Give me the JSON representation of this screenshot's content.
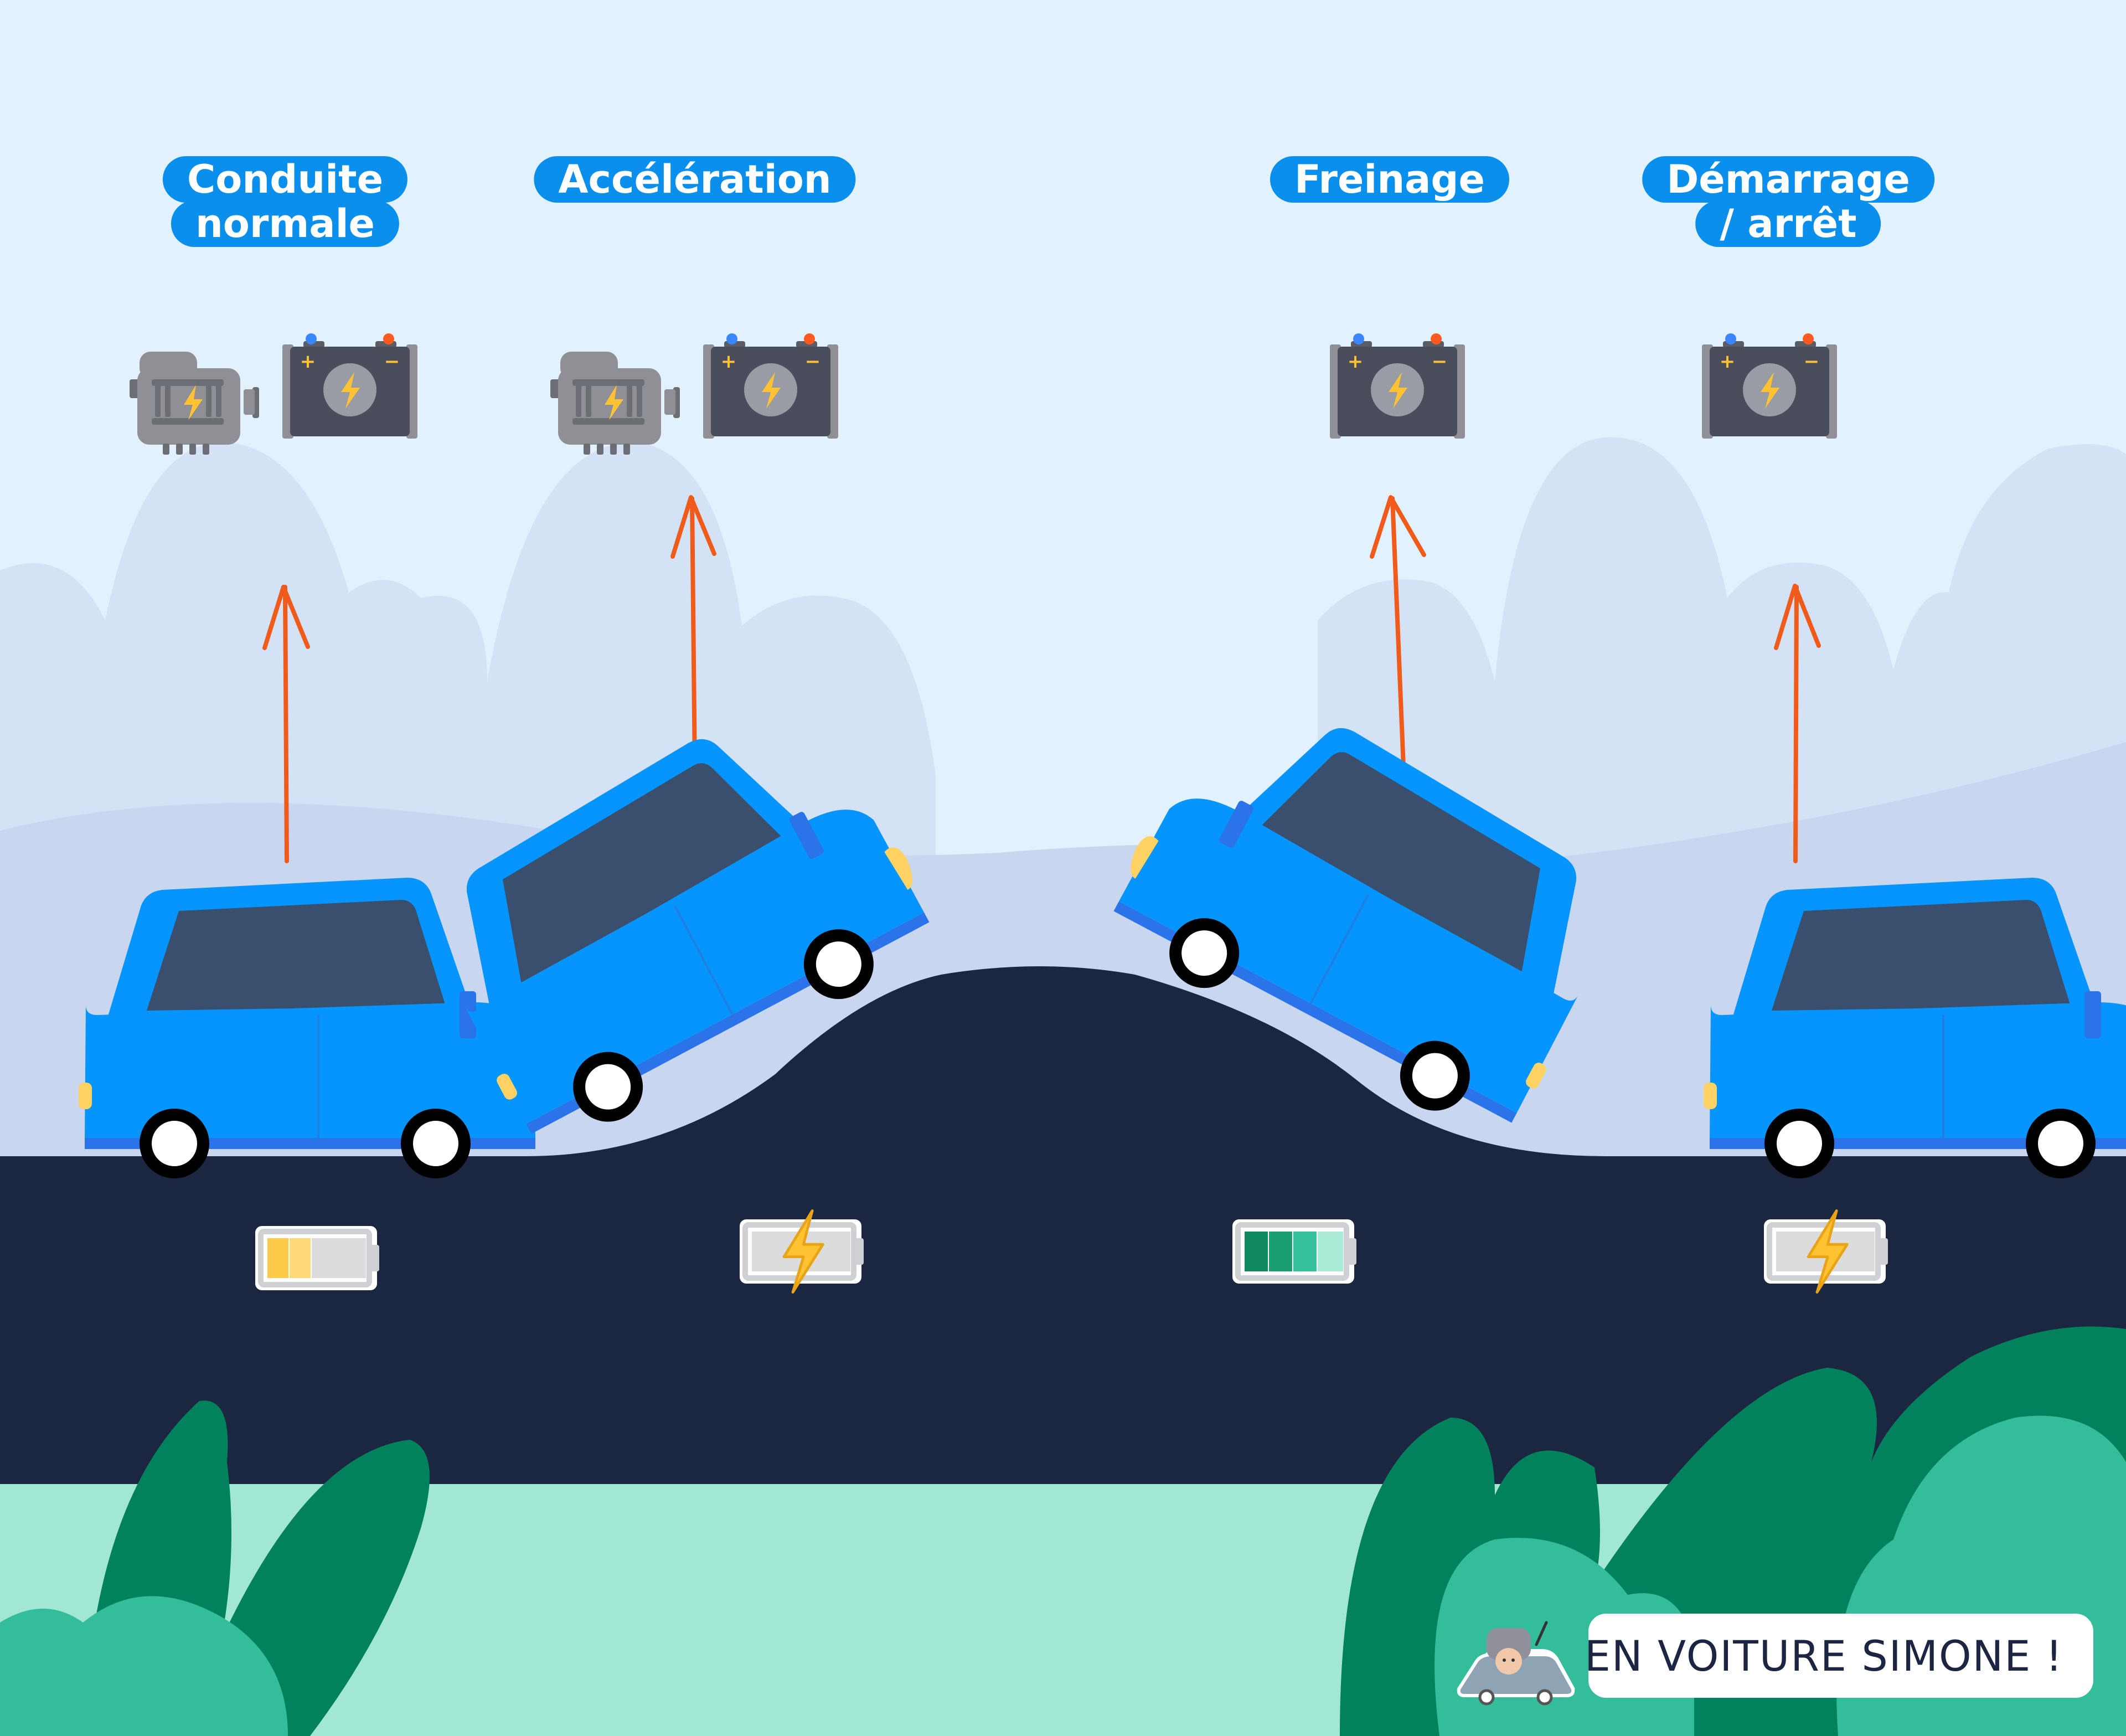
{
  "stages": [
    {
      "id": "conduite-normale",
      "lines": [
        "Conduite",
        "normale"
      ],
      "components": [
        "motor-icon",
        "battery-12v-icon"
      ],
      "battery_state": "partially-charged",
      "battery_level": 0.5
    },
    {
      "id": "acceleration",
      "lines": [
        "Accélération"
      ],
      "components": [
        "motor-icon",
        "battery-12v-icon"
      ],
      "battery_state": "discharging-power-boost"
    },
    {
      "id": "freinage",
      "lines": [
        "Freinage"
      ],
      "components": [
        "battery-12v-icon"
      ],
      "battery_state": "charging",
      "battery_level": 0.85
    },
    {
      "id": "demarrage-arret",
      "lines": [
        "Démarrage",
        "/ arrêt"
      ],
      "components": [
        "battery-12v-icon"
      ],
      "battery_state": "discharging-power-boost"
    }
  ],
  "brand": {
    "text": "EN VOITURE SIMONE !"
  },
  "colors": {
    "label_bg": "#0a8fed",
    "car_body": "#0595fd",
    "car_window": "#3a4f6e",
    "road": "#1b2640",
    "arrow": "#f05a1a",
    "battery_low": "#ffc94a",
    "battery_charged": "#118a62",
    "bolt": "#ffc233"
  }
}
